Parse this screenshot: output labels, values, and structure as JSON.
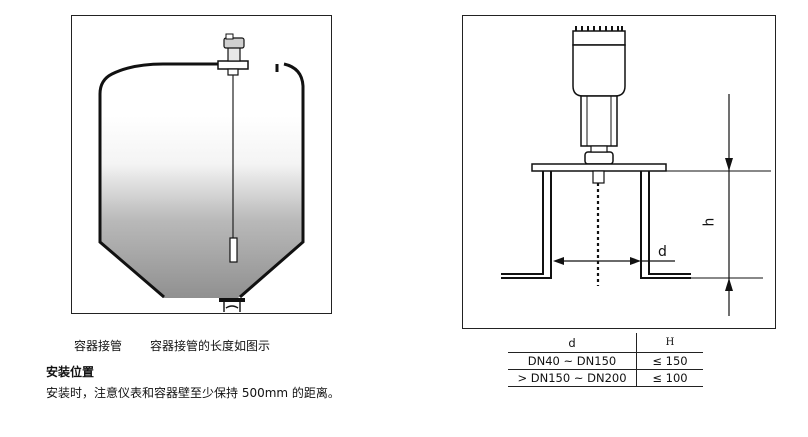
{
  "figure1": {
    "caption_short": "容器接管",
    "caption_long": "容器接管的长度如图示"
  },
  "section": {
    "title": "安装位置",
    "body": "安装时，注意仪表和容器壁至少保持 500mm 的距离。"
  },
  "figure2": {
    "label_h": "h",
    "label_d": "d"
  },
  "spec_table": {
    "headers": [
      "d",
      "H"
    ],
    "rows": [
      [
        "DN40 ~ DN150",
        "≤ 150"
      ],
      [
        "> DN150 ~ DN200",
        "≤ 100"
      ]
    ]
  }
}
